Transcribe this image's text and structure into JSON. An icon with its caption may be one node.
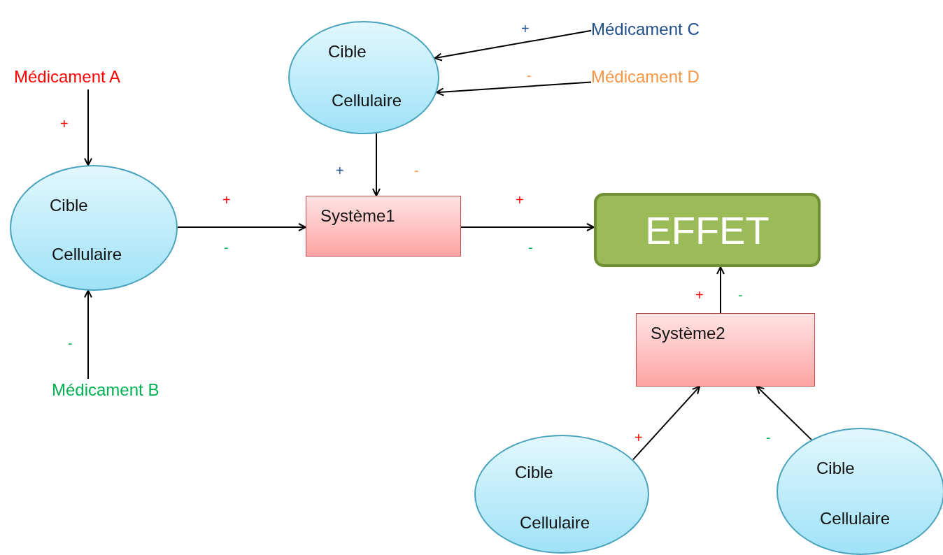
{
  "diagram": {
    "nodes": [
      {
        "text": [
          "Médicament A"
        ]
      },
      {
        "text": [
          "Cible",
          "Cellulaire"
        ]
      },
      {
        "text": [
          "Médicament B"
        ]
      },
      {
        "text": [
          "Cible",
          "Cellulaire"
        ]
      },
      {
        "text": [
          "Médicament C"
        ]
      },
      {
        "text": [
          "Médicament D"
        ]
      },
      {
        "text": [
          "Système1"
        ]
      },
      {
        "text": [
          "EFFET"
        ]
      },
      {
        "text": [
          "Système2"
        ]
      },
      {
        "text": [
          "Cible",
          "Cellulaire"
        ]
      },
      {
        "text": [
          "Cible",
          "Cellulaire"
        ]
      }
    ],
    "edges": [
      {
        "from": 0,
        "to": 1,
        "arrow": "to"
      },
      {
        "from": 2,
        "to": 1,
        "arrow": "to"
      },
      {
        "from": 4,
        "to": 3,
        "arrow": "to"
      },
      {
        "from": 5,
        "to": 3,
        "arrow": "to"
      },
      {
        "from": 3,
        "to": 6,
        "arrow": "to"
      },
      {
        "from": 1,
        "to": 6,
        "arrow": "to"
      },
      {
        "from": 6,
        "to": 7,
        "arrow": "to"
      },
      {
        "from": 8,
        "to": 7,
        "arrow": "to"
      },
      {
        "from": 9,
        "to": 8,
        "arrow": "to"
      },
      {
        "from": 10,
        "to": 8,
        "arrow": "to"
      }
    ],
    "labels": [
      "+",
      "-",
      "+",
      "+",
      "-",
      "+",
      "+",
      "-",
      "-",
      "+",
      "-",
      "-",
      "+",
      "-"
    ]
  }
}
